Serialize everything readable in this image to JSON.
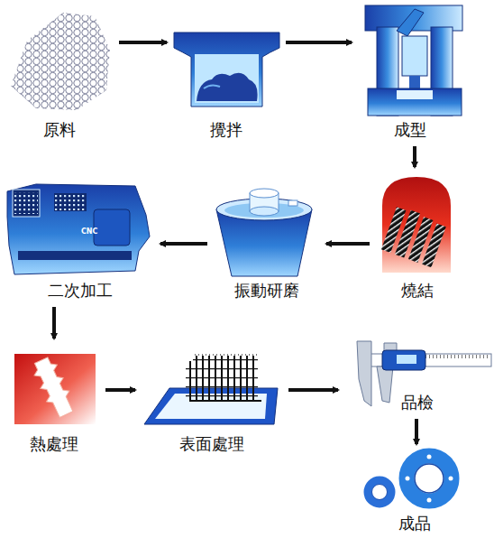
{
  "diagram": {
    "nodes": [
      {
        "text": [
          "原料"
        ]
      },
      {
        "text": [
          "攪拌"
        ]
      },
      {
        "text": [
          "成型"
        ]
      },
      {
        "text": [
          "燒結"
        ]
      },
      {
        "text": [
          "振動研磨"
        ]
      },
      {
        "text": [
          "二次加工"
        ]
      },
      {
        "text": [
          "熱處理"
        ]
      },
      {
        "text": [
          "表面處理"
        ]
      },
      {
        "text": [
          "品檢"
        ]
      },
      {
        "text": [
          "成品"
        ]
      }
    ],
    "edges": [
      {
        "from": 0,
        "to": 1,
        "arrow": "to"
      },
      {
        "from": 1,
        "to": 2,
        "arrow": "to"
      },
      {
        "from": 2,
        "to": 3,
        "arrow": "to"
      },
      {
        "from": 3,
        "to": 4,
        "arrow": "to"
      },
      {
        "from": 4,
        "to": 5,
        "arrow": "to"
      },
      {
        "from": 5,
        "to": 6,
        "arrow": "to"
      },
      {
        "from": 6,
        "to": 7,
        "arrow": "to"
      },
      {
        "from": 7,
        "to": 8,
        "arrow": "to"
      },
      {
        "from": 8,
        "to": 9,
        "arrow": "to"
      }
    ],
    "labels": [
      "CNC"
    ]
  }
}
